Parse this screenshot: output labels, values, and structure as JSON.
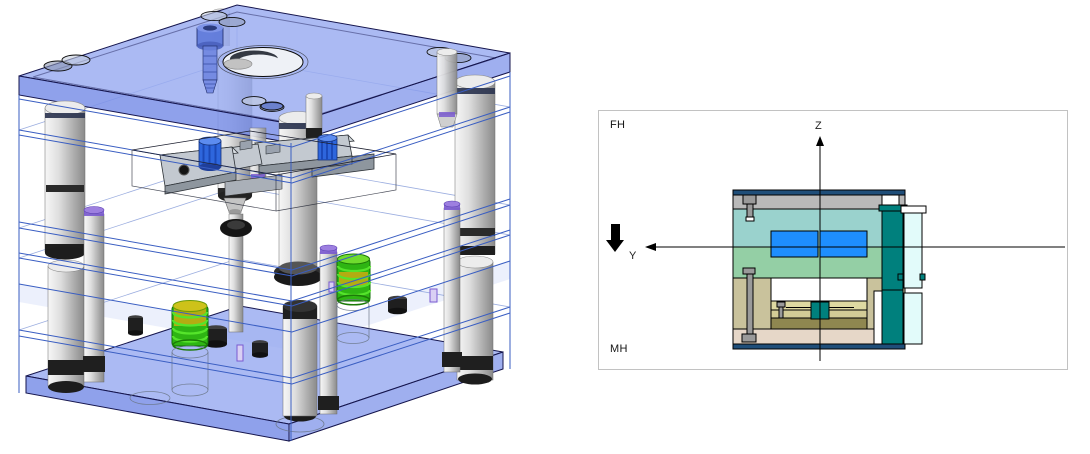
{
  "section_view": {
    "label_fh": "FH",
    "label_mh": "MH",
    "axis_z_label": "Z",
    "axis_y_label": "Y"
  },
  "colors": {
    "panel_border": "#c2c2c2",
    "label": "#141414",
    "plate_top": "#98abf0",
    "plate_side": "#7d92e8",
    "plate_side2": "#8a9dec",
    "plate_edge": "#15154d",
    "wire": "#3a5ec2",
    "ring_black": "#1f1f1f",
    "spring_green": "#2eb513",
    "spring_coil": "#55e42b",
    "spring_olive": "#b3ac12",
    "knob_blue": "#2e66dd",
    "latch_gray": "#c3c9d0",
    "latch_gray_dark": "#8e969e",
    "purple": "#7a5ad0",
    "sec_navy": "#1f4e79",
    "sec_gray": "#b9b9b9",
    "sec_teal": "#9ad2cd",
    "sec_green": "#94cfa5",
    "sec_blue": "#1e8efe",
    "sec_khaki": "#c9c29c",
    "sec_ej_light": "#ded9a2",
    "sec_ej_mid": "#d3cc96",
    "sec_ej_dark": "#8f8750",
    "sec_bottom": "#e6d7c8",
    "sec_tealdark": "#00807d",
    "sec_cyan": "#e2fbfa",
    "sec_screw": "#9a9a9a"
  }
}
